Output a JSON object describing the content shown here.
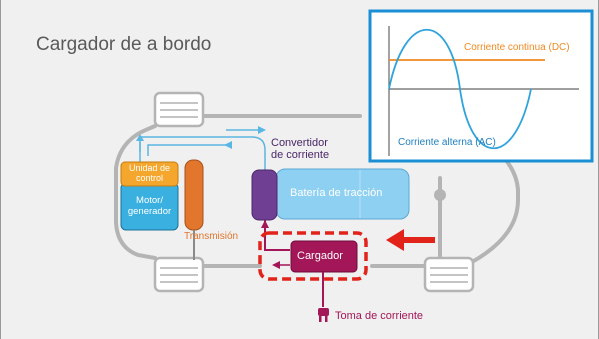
{
  "slide": {
    "title": "Cargador de a bordo"
  },
  "components": {
    "control_unit": "Unidad de control",
    "control_unit_lines": [
      "Unidad de",
      "control"
    ],
    "motor": "Motor/ generador",
    "motor_lines": [
      "Motor/",
      "generador"
    ],
    "transmission": "Transmisión",
    "converter": "Convertidor de corriente",
    "converter_lines": [
      "Convertidor",
      "de corriente"
    ],
    "battery": "Batería de tracción",
    "charger": "Cargador",
    "socket": "Toma de corriente"
  },
  "inset": {
    "dc_label": "Corriente continua (DC)",
    "ac_label": "Corriente alterna (AC)"
  },
  "colors": {
    "background": "#f0f0f0",
    "outline": "#b4b4b4",
    "control_unit": "#f4a72c",
    "motor": "#3ab0e0",
    "transmission": "#e2762c",
    "converter": "#6f3f94",
    "battery": "#8ed0f2",
    "charger": "#a31657",
    "highlight": "#e2231a",
    "inset_border": "#1a8fd6",
    "dc_line": "#ef8a22",
    "ac_line": "#2fa3dc"
  }
}
